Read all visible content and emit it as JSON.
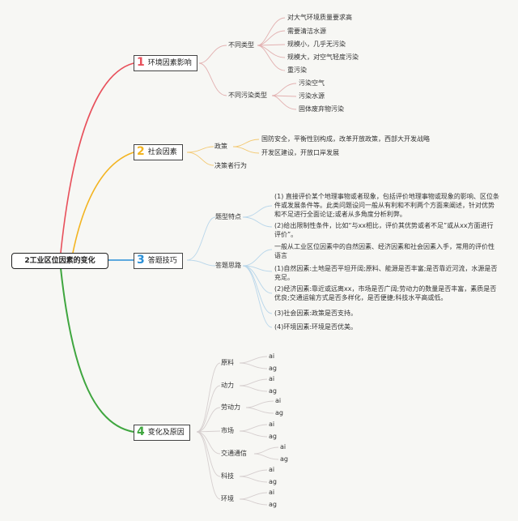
{
  "root": "2工业区位因素的变化",
  "colors": {
    "b1": "#e8505b",
    "b2": "#f3b420",
    "b3": "#2a8fd6",
    "b4": "#3fa63f",
    "line": "#e2b0b0"
  },
  "branch1": {
    "num": "1",
    "label": "环境因素影响",
    "sub1": "不同类型",
    "sub1_items": [
      "对大气环境质量要求高",
      "需要清洁水源",
      "规模小，几乎无污染",
      "规模大，对空气轻度污染",
      "重污染"
    ],
    "sub2": "不同污染类型",
    "sub2_items": [
      "污染空气",
      "污染水源",
      "固体废弃物污染"
    ]
  },
  "branch2": {
    "num": "2",
    "label": "社会因素",
    "sub1": "政策",
    "sub1_items": [
      "国防安全，平衡性别构成，改革开放政策，西部大开发战略",
      "开发区建设，开放口岸发展"
    ],
    "sub2": "决策者行为"
  },
  "branch3": {
    "num": "3",
    "label": "答题技巧",
    "sub1": "题型特点",
    "sub1_items": [
      "(1) 直接评价某个地理事物或者现象，包括评价地理事物或现象的影响、区位条件或发展条件等。此类问题设问一般从有利和不利两个方面来阐述，针对优势和不足进行全面论证;或者从多角度分析利弊。",
      "(2)给出限制性条件，比如“与xx相比，评价其优势或者不足”或从xx方面进行评价”。"
    ],
    "sub2": "答题思路",
    "sub2_items": [
      "一般从工业区位因素中的自然因素、经济因素和社会因素入手，常用的评价性语言",
      "(1)自然因素:土地是否平坦开阔;原料、能源是否丰富;是否靠近河流，水源是否充足。",
      "(2)经济因素:靠近或远离xx，市场是否广阔;劳动力的数量是否丰富，素质是否优良;交通运输方式是否多样化，是否便捷;科技水平高或低。",
      "(3)社会因素:政策是否支持。",
      "(4)环境因素:环境是否优美。"
    ]
  },
  "branch4": {
    "num": "4",
    "label": "变化及原因",
    "items": [
      {
        "name": "原料",
        "a": "ai",
        "b": "ag"
      },
      {
        "name": "动力",
        "a": "ai",
        "b": "ag"
      },
      {
        "name": "劳动力",
        "a": "ai",
        "b": "ag"
      },
      {
        "name": "市场",
        "a": "ai",
        "b": "ag"
      },
      {
        "name": "交通通信",
        "a": "ai",
        "b": "ag"
      },
      {
        "name": "科技",
        "a": "ai",
        "b": "ag"
      },
      {
        "name": "环境",
        "a": "ai",
        "b": "ag"
      }
    ]
  }
}
